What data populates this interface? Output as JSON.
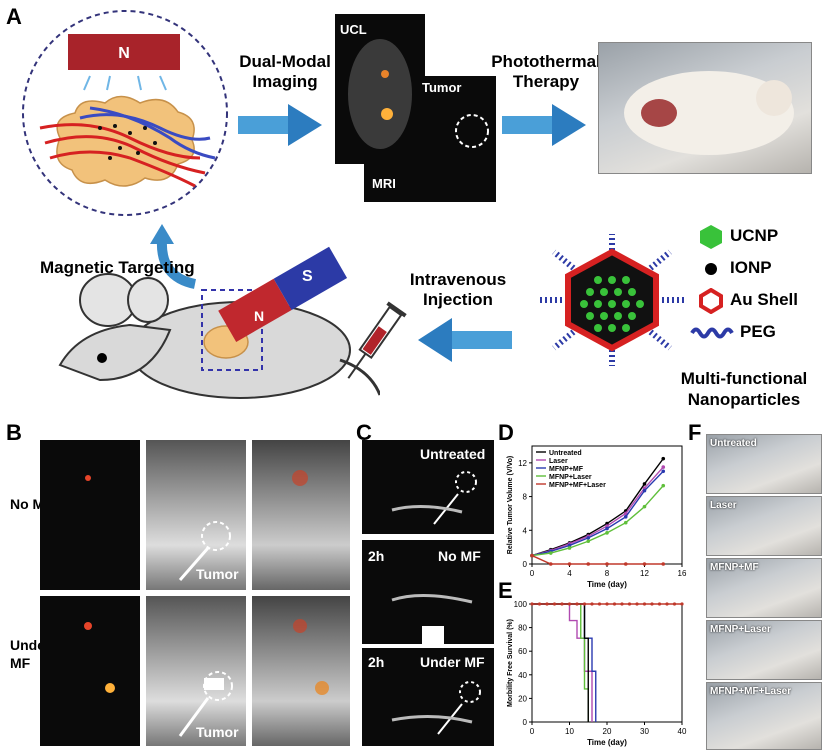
{
  "panels": {
    "A": "A",
    "B": "B",
    "C": "C",
    "D": "D",
    "E": "E",
    "F": "F"
  },
  "panel_a": {
    "magnet_n": "N",
    "magnet_s": "S",
    "magnet_n_small": "N",
    "dual_modal": "Dual-Modal\nImaging",
    "ucl": "UCL",
    "tumor": "Tumor",
    "mri": "MRI",
    "photothermal": "Photothermal\nTherapy",
    "magnetic_targeting": "Magnetic Targeting",
    "intravenous": "Intravenous\nInjection",
    "legend": [
      {
        "label": "UCNP",
        "color": "#39c23a"
      },
      {
        "label": "IONP",
        "color": "#000000"
      },
      {
        "label": "Au Shell",
        "color": "#d62121"
      },
      {
        "label": "PEG",
        "color": "#2c3aa6"
      }
    ],
    "multi": "Multi-functional\nNanoparticles"
  },
  "panel_b": {
    "row1": "No MF",
    "row2": "Under\nMF",
    "tumor": "Tumor"
  },
  "panel_c": {
    "untreated": "Untreated",
    "h1": "2h",
    "nomf": "No MF",
    "h2": "2h",
    "undermf": "Under MF"
  },
  "panel_f": {
    "labels": [
      "Untreated",
      "Laser",
      "MFNP+MF",
      "MFNP+Laser",
      "MFNP+MF+Laser"
    ]
  },
  "chart_data": [
    {
      "type": "line",
      "xlabel": "Time (day)",
      "ylabel": "Relative Tumor Volume (V/Vo)",
      "xticks": [
        0,
        4,
        8,
        12,
        16
      ],
      "yticks": [
        0,
        4,
        8,
        12
      ],
      "xlim": [
        0,
        16
      ],
      "ylim": [
        0,
        14
      ],
      "legend_position": "top-left",
      "x": [
        0,
        2,
        4,
        6,
        8,
        10,
        12,
        14
      ],
      "series": [
        {
          "name": "Untreated",
          "color": "#000000",
          "values": [
            1,
            1.7,
            2.5,
            3.5,
            4.8,
            6.3,
            9.5,
            12.5
          ]
        },
        {
          "name": "Laser",
          "color": "#b04ab0",
          "values": [
            1,
            1.6,
            2.4,
            3.3,
            4.5,
            6.0,
            9.0,
            11.5
          ]
        },
        {
          "name": "MFNP+MF",
          "color": "#2a3ab0",
          "values": [
            1,
            1.5,
            2.2,
            3.1,
            4.2,
            5.6,
            8.7,
            11.0
          ]
        },
        {
          "name": "MFNP+Laser",
          "color": "#5fbf3a",
          "values": [
            1,
            1.3,
            1.9,
            2.7,
            3.7,
            4.9,
            6.8,
            9.3
          ]
        },
        {
          "name": "MFNP+MF+Laser",
          "color": "#c0392b",
          "values": [
            1,
            0,
            0,
            0,
            0,
            0,
            0,
            0
          ]
        }
      ]
    },
    {
      "type": "line",
      "xlabel": "Time (day)",
      "ylabel": "Morbility Free Survival (%)",
      "xticks": [
        0,
        10,
        20,
        30,
        40
      ],
      "yticks": [
        0,
        20,
        40,
        60,
        80,
        100
      ],
      "xlim": [
        0,
        40
      ],
      "ylim": [
        0,
        100
      ],
      "series": [
        {
          "name": "Laser",
          "color": "#b04ab0",
          "steps": [
            [
              0,
              100
            ],
            [
              10,
              100
            ],
            [
              10,
              86
            ],
            [
              12,
              86
            ],
            [
              12,
              71
            ],
            [
              14,
              71
            ],
            [
              14,
              43
            ],
            [
              16,
              43
            ],
            [
              16,
              0
            ]
          ]
        },
        {
          "name": "MFNP+Laser",
          "color": "#5fbf3a",
          "steps": [
            [
              0,
              100
            ],
            [
              13,
              100
            ],
            [
              13,
              71
            ],
            [
              14,
              71
            ],
            [
              14,
              28
            ],
            [
              15,
              28
            ],
            [
              15,
              0
            ]
          ]
        },
        {
          "name": "MFNP+MF",
          "color": "#2a3ab0",
          "steps": [
            [
              0,
              100
            ],
            [
              14,
              100
            ],
            [
              14,
              71
            ],
            [
              16,
              71
            ],
            [
              16,
              43
            ],
            [
              17,
              43
            ],
            [
              17,
              0
            ]
          ]
        },
        {
          "name": "Untreated",
          "color": "#000000",
          "steps": [
            [
              0,
              100
            ],
            [
              14,
              100
            ],
            [
              14,
              71
            ],
            [
              15,
              71
            ],
            [
              15,
              0
            ]
          ]
        },
        {
          "name": "MFNP+MF+Laser",
          "color": "#c0392b",
          "steps": [
            [
              0,
              100
            ],
            [
              40,
              100
            ]
          ]
        }
      ]
    }
  ]
}
